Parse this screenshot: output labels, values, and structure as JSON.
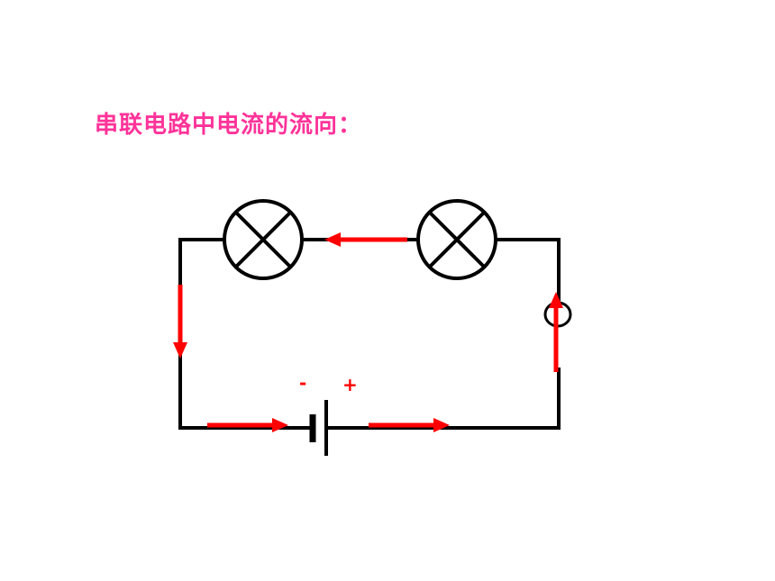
{
  "title": "串联电路中电流的流向：",
  "battery": {
    "negative_label": "-",
    "positive_label": "+"
  },
  "colors": {
    "title": "#ff3399",
    "wire": "#000000",
    "arrow": "#ff0000",
    "label": "#ff0000"
  },
  "components": {
    "lamps": 2,
    "battery": 1,
    "switch": 1
  }
}
